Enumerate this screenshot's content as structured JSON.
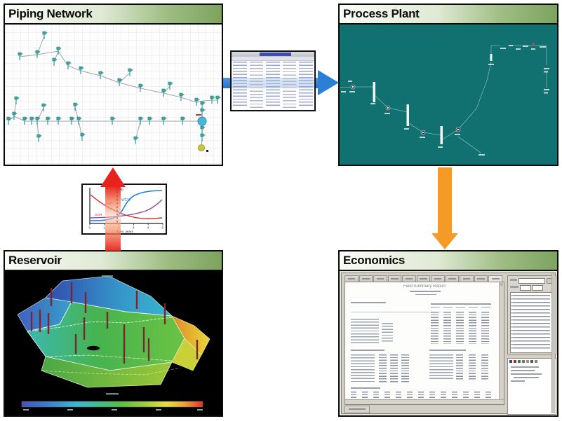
{
  "panels": {
    "piping_network": {
      "title": "Piping Network"
    },
    "process_plant": {
      "title": "Process Plant",
      "background_color": "#117170"
    },
    "reservoir": {
      "title": "Reservoir",
      "background_color": "#000000"
    },
    "economics": {
      "title": "Economics",
      "report_title": "Field Summary Report",
      "tab_count": 11
    }
  },
  "arrows": {
    "reservoir_to_piping": {
      "direction": "up",
      "color": "#e8231d"
    },
    "piping_to_process": {
      "direction": "right",
      "color": "#2b7fd6"
    },
    "process_to_economics": {
      "direction": "down",
      "color": "#f49a26"
    }
  },
  "chart_data": {
    "type": "line",
    "title": "",
    "xlabel": "Time, years",
    "ylabel": "",
    "x_range": [
      0,
      5
    ],
    "x_tick_labels": [
      "0",
      "1",
      "2",
      "3",
      "4",
      "5"
    ],
    "grid": false,
    "legend": "inline-labels",
    "series": [
      {
        "name": "Pwf",
        "color": "#e0281e",
        "shape": "declining pressure curve"
      },
      {
        "name": "WC%",
        "color": "#1b7fd4",
        "shape": "s-curve rising water cut"
      },
      {
        "name": "GOR",
        "color": "#8a4898",
        "shape": "flat then rising gas-oil ratio"
      }
    ],
    "annotations": [
      {
        "label": "Pb",
        "type": "vertical-dashed-line",
        "x": 1.9
      }
    ]
  },
  "reservoir_colorbar": [
    "#4850b8",
    "#3a80d0",
    "#38b8d8",
    "#40c080",
    "#58c040",
    "#a8d038",
    "#e8e038",
    "#f0a030",
    "#e83028"
  ]
}
